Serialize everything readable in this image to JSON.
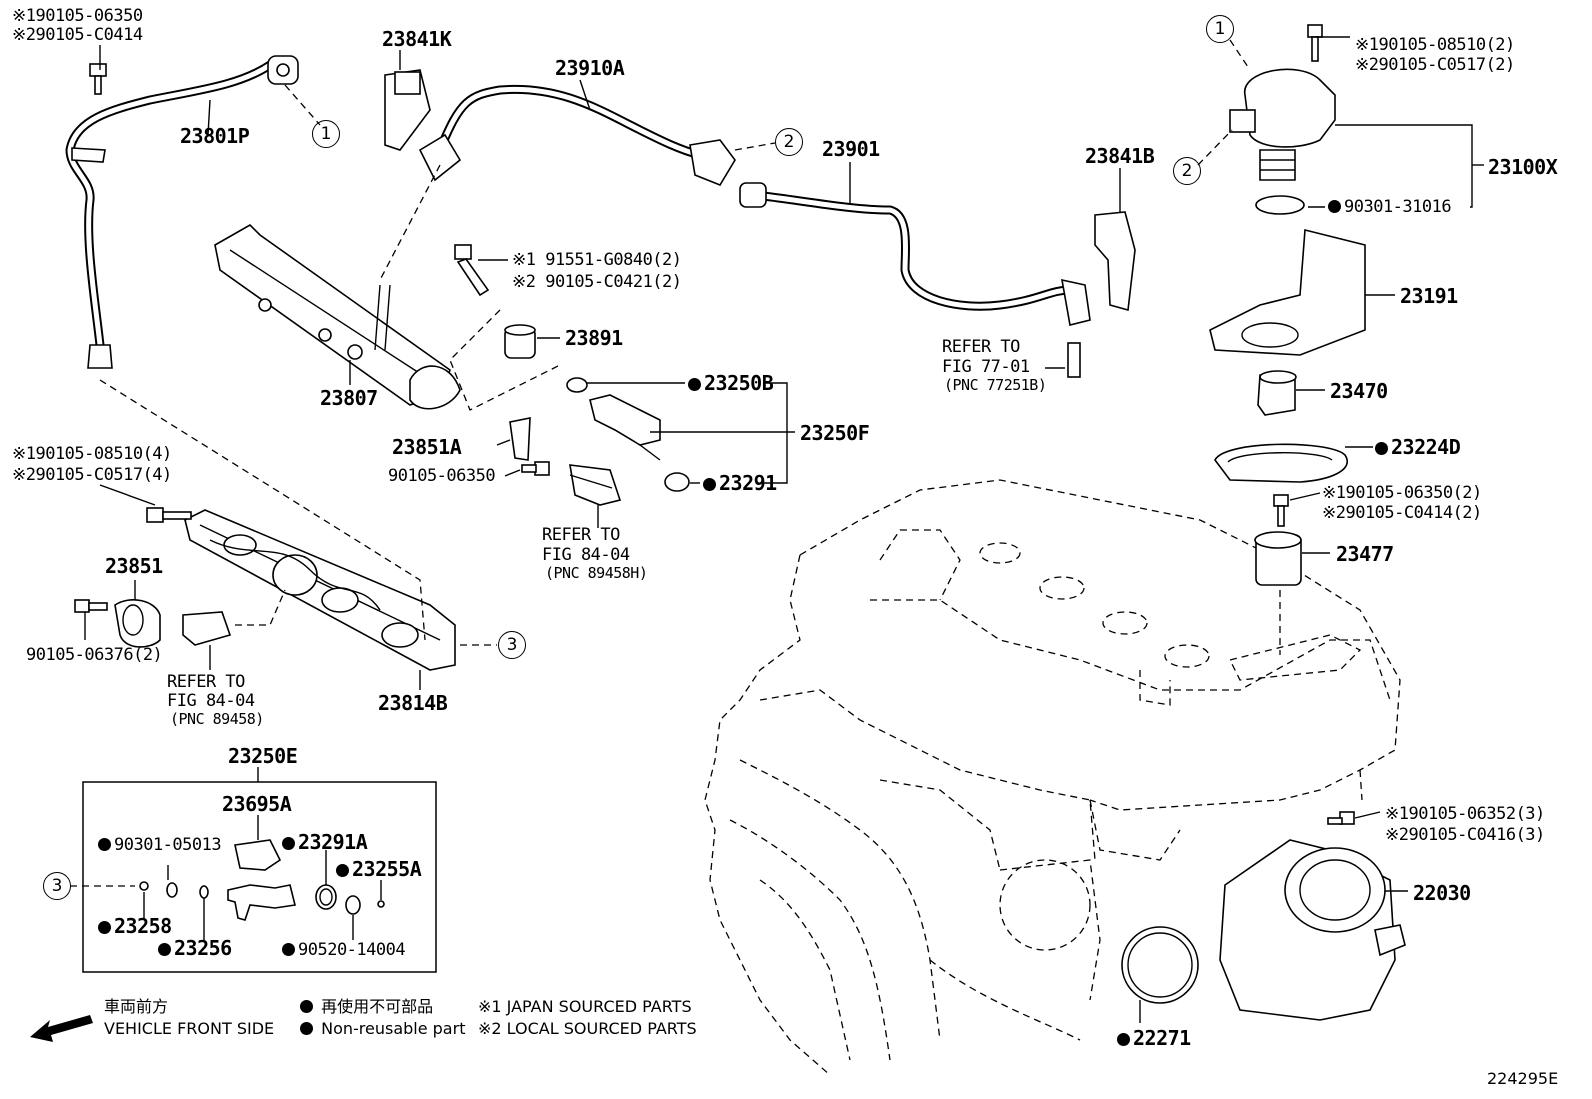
{
  "labels": {
    "p1_l1": "※190105-06350",
    "p1_l2": "※290105-C0414",
    "p_23801P": "23801P",
    "p_23841K": "23841K",
    "p_23910A": "23910A",
    "p_23901": "23901",
    "p_23841B": "23841B",
    "p_pump_l1": "※190105-08510(2)",
    "p_pump_l2": "※290105-C0517(2)",
    "p_23100X": "23100X",
    "p_90301_31016": "90301-31016",
    "p_23191": "23191",
    "p_23470": "23470",
    "p_23224D": "23224D",
    "p_23477_bolt_l1": "※190105-06350(2)",
    "p_23477_bolt_l2": "※290105-C0414(2)",
    "p_23477": "23477",
    "p_refer77_l1": "REFER TO",
    "p_refer77_l2": "FIG 77-01",
    "p_refer77_l3": "(PNC 77251B)",
    "p_91551_l1": "※1 91551-G0840(2)",
    "p_91551_l2": "※2 90105-C0421(2)",
    "p_23891": "23891",
    "p_23807": "23807",
    "p_23250B": "23250B",
    "p_23250F": "23250F",
    "p_23291": "23291",
    "p_23851A": "23851A",
    "p_90105_06350": "90105-06350",
    "p_refer84a_l1": "REFER TO",
    "p_refer84a_l2": "FIG 84-04",
    "p_refer84a_l3": "(PNC 89458H)",
    "p_rail_bolt_l1": "※190105-08510(4)",
    "p_rail_bolt_l2": "※290105-C0517(4)",
    "p_23851": "23851",
    "p_90105_06376": "90105-06376(2)",
    "p_refer84b_l1": "REFER TO",
    "p_refer84b_l2": "FIG 84-04",
    "p_refer84b_l3": "(PNC 89458)",
    "p_23814B": "23814B",
    "p_23250E": "23250E",
    "p_23695A": "23695A",
    "p_90301_05013": "90301-05013",
    "p_23291A": "23291A",
    "p_23255A": "23255A",
    "p_23258": "23258",
    "p_23256": "23256",
    "p_90520_14004": "90520-14004",
    "p_tb_bolt_l1": "※190105-06352(3)",
    "p_tb_bolt_l2": "※290105-C0416(3)",
    "p_22030": "22030",
    "p_22271": "22271"
  },
  "callouts": {
    "c1a": "1",
    "c1b": "1",
    "c2a": "2",
    "c2b": "2",
    "c3a": "3",
    "c3b": "3"
  },
  "legend": {
    "front_jp": "車両前方",
    "front_en": "VEHICLE FRONT SIDE",
    "nonreuse_jp": "再使用不可部品",
    "nonreuse_en": "Non-reusable part",
    "src1": "※1 JAPAN SOURCED PARTS",
    "src2": "※2 LOCAL SOURCED PARTS"
  },
  "figure_id": "224295E"
}
